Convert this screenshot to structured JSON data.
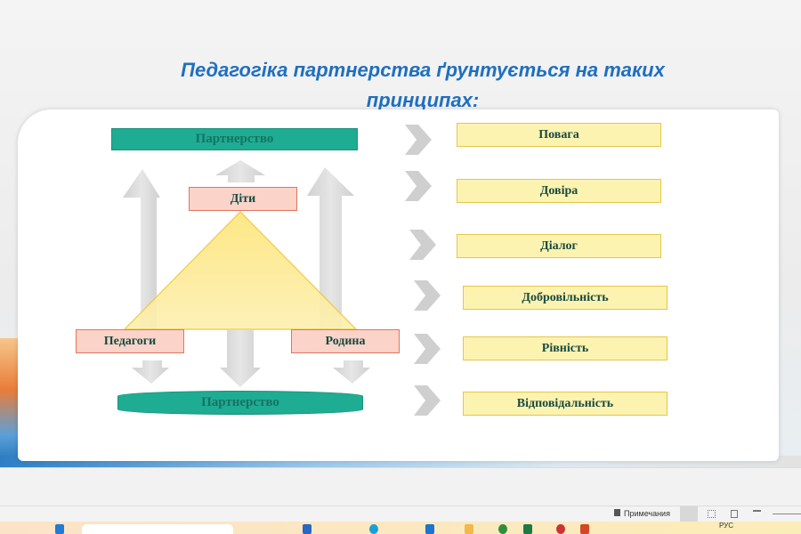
{
  "slide": {
    "title_line1": "Педагогіка партнерства ґрунтується на таких",
    "title_line2": "принципах:",
    "diagram": {
      "top_box": "Партнерство",
      "bottom_box": "Партнерство",
      "children": "Діти",
      "teachers": "Педагоги",
      "family": "Родина"
    },
    "principles": [
      "Повага",
      "Довіра",
      "Діалог",
      "Добровільність",
      "Рівність",
      "Відповідальність"
    ]
  },
  "statusbar": {
    "notes_label": "Примечания"
  },
  "taskbar": {
    "lang": "РУС"
  },
  "colors": {
    "title": "#1f6fc0",
    "teal": "#12a88e",
    "pink": "#fbd3c8",
    "yellow": "#fdf3b0"
  }
}
